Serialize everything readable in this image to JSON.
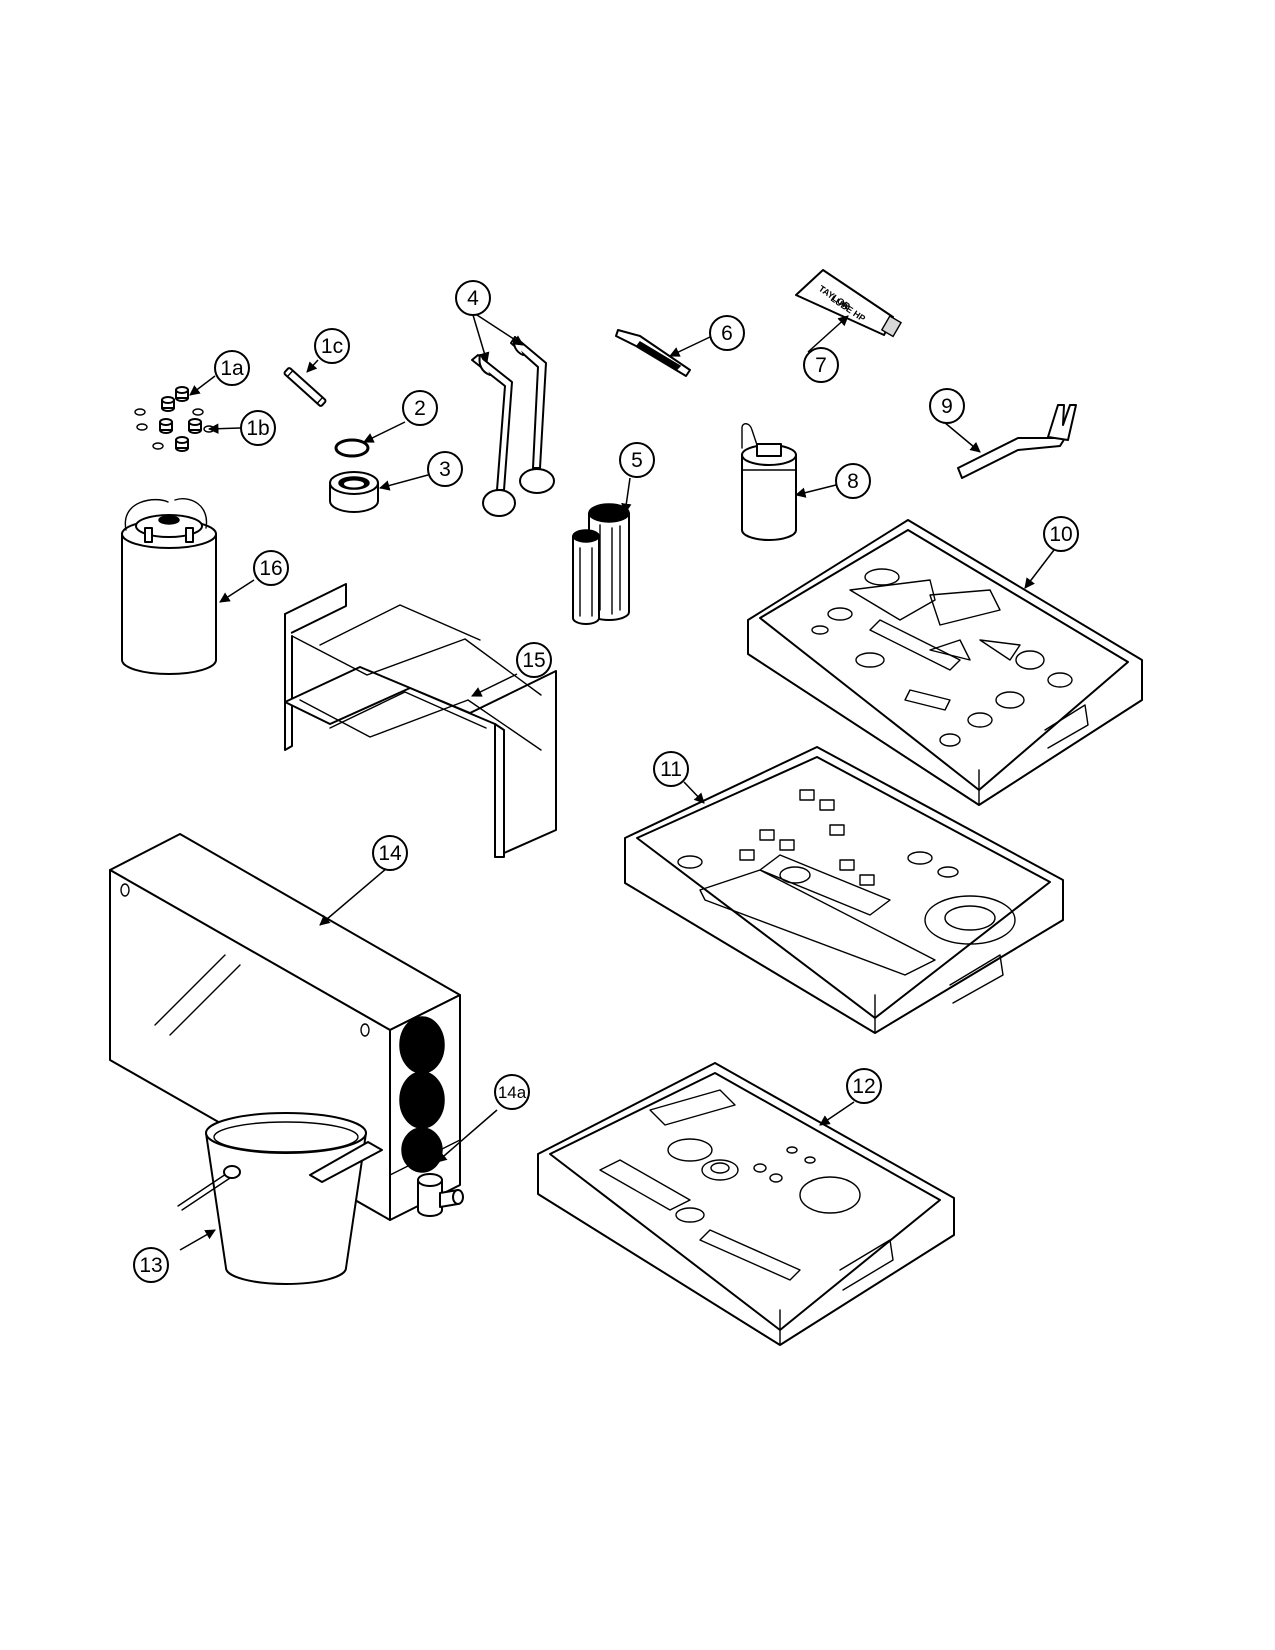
{
  "callouts": {
    "c1a": "1a",
    "c1b": "1b",
    "c1c": "1c",
    "c2": "2",
    "c3": "3",
    "c4": "4",
    "c5": "5",
    "c6": "6",
    "c7": "7",
    "c8": "8",
    "c9": "9",
    "c10": "10",
    "c11": "11",
    "c12": "12",
    "c13": "13",
    "c14": "14",
    "c14a": "14a",
    "c15": "15",
    "c16": "16"
  },
  "labels": {
    "tube_brand": "TAYLOR",
    "tube_product": "LUBE HP"
  },
  "colors": {
    "line": "#000000",
    "background": "#ffffff"
  }
}
